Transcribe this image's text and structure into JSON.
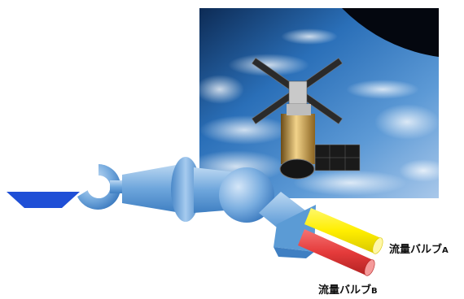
{
  "labels": {
    "valve_a": {
      "text": "流量バルブ",
      "suffix": "A"
    },
    "valve_b": {
      "text": "流量バルブ",
      "suffix": "B"
    }
  },
  "photo": {
    "subject": "space-station-over-earth"
  },
  "colors": {
    "arm_blue": "#5b9bd5",
    "arm_blue_light": "#9cc3e6",
    "tray_blue": "#1f4fd6",
    "pipe_yellow": "#ffee00",
    "pipe_red": "#e53b3b",
    "earth_blue": "#1e5ca8",
    "space_black": "#04070f"
  }
}
